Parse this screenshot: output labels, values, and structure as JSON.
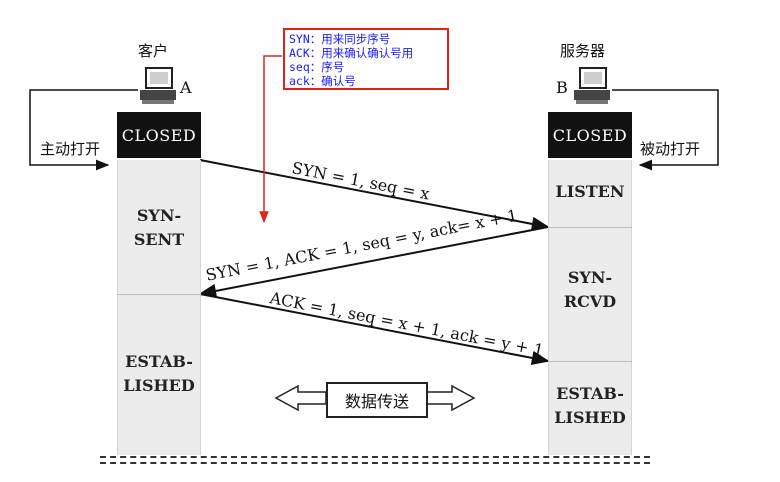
{
  "client": {
    "name": "客户",
    "letter": "A",
    "action": "主动打开",
    "closed_label": "CLOSED",
    "states": [
      "SYN-\nSENT",
      "ESTAB-\nLISHED"
    ]
  },
  "server": {
    "name": "服务器",
    "letter": "B",
    "action": "被动打开",
    "closed_label": "CLOSED",
    "states": [
      "LISTEN",
      "SYN-\nRCVD",
      "ESTAB-\nLISHED"
    ]
  },
  "note": {
    "lines": [
      "SYN：用来同步序号",
      "ACK：用来确认确认号用",
      "seq：序号",
      "ack：确认号"
    ]
  },
  "messages": [
    "SYN = 1, seq = x",
    "SYN = 1, ACK = 1, seq = y, ack= x + 1",
    "ACK = 1, seq = x + 1, ack = y + 1"
  ],
  "transfer_label": "数据传送",
  "colors": {
    "note_border": "#e2231a",
    "note_text": "#1a1aff",
    "note_arrow": "#e2231a"
  }
}
